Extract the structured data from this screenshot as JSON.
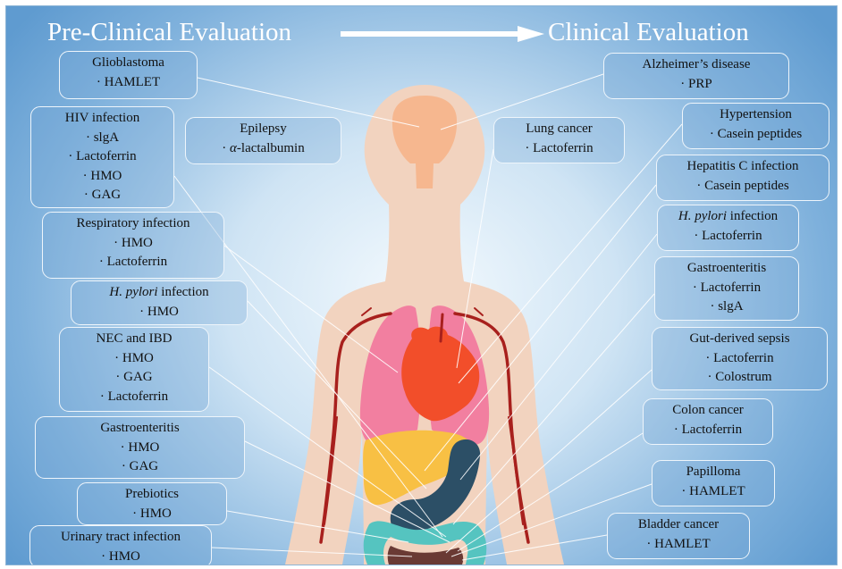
{
  "header": {
    "left_title": "Pre-Clinical Evaluation",
    "right_title": "Clinical Evaluation"
  },
  "pre_clinical": [
    {
      "id": "glioblastoma",
      "condition": "Glioblastoma",
      "agents": [
        "· HAMLET"
      ]
    },
    {
      "id": "hiv",
      "condition": "HIV infection",
      "agents": [
        "· slgA",
        "· Lactoferrin",
        "· HMO",
        "· GAG"
      ]
    },
    {
      "id": "epilepsy",
      "condition": "Epilepsy",
      "agent_prefix": "· ",
      "agent_greek": "α",
      "agent_suffix": "-lactalbumin"
    },
    {
      "id": "respiratory",
      "condition": "Respiratory infection",
      "agents": [
        "· HMO",
        "· Lactoferrin"
      ]
    },
    {
      "id": "hpylori-pre",
      "condition_italic": "H. pylori",
      "condition_suffix": " infection",
      "agents": [
        "· HMO"
      ]
    },
    {
      "id": "nec-ibd",
      "condition": "NEC and IBD",
      "agents": [
        "· HMO",
        "· GAG",
        "· Lactoferrin"
      ]
    },
    {
      "id": "gastroenteritis-pre",
      "condition": "Gastroenteritis",
      "agents": [
        "· HMO",
        "· GAG"
      ]
    },
    {
      "id": "prebiotics",
      "condition": "Prebiotics",
      "agents": [
        "· HMO"
      ]
    },
    {
      "id": "urinary",
      "condition": "Urinary tract infection",
      "agents": [
        "· HMO"
      ]
    }
  ],
  "clinical": [
    {
      "id": "alzheimers",
      "condition": "Alzheimer’s disease",
      "agents": [
        "· PRP"
      ]
    },
    {
      "id": "lung-cancer",
      "condition": "Lung cancer",
      "agents": [
        "· Lactoferrin"
      ]
    },
    {
      "id": "hypertension",
      "condition": "Hypertension",
      "agents": [
        "· Casein peptides"
      ]
    },
    {
      "id": "hepatitis-c",
      "condition": "Hepatitis C infection",
      "agents": [
        "· Casein peptides"
      ]
    },
    {
      "id": "hpylori-clin",
      "condition_italic": "H. pylori",
      "condition_suffix": " infection",
      "agents": [
        "· Lactoferrin"
      ]
    },
    {
      "id": "gastroenteritis-clin",
      "condition": "Gastroenteritis",
      "agents": [
        "· Lactoferrin",
        "· slgA"
      ]
    },
    {
      "id": "sepsis",
      "condition": "Gut-derived sepsis",
      "agents": [
        "· Lactoferrin",
        "· Colostrum"
      ]
    },
    {
      "id": "colon-cancer",
      "condition": "Colon cancer",
      "agents": [
        "· Lactoferrin"
      ]
    },
    {
      "id": "papilloma",
      "condition": "Papilloma",
      "agents": [
        "· HAMLET"
      ]
    },
    {
      "id": "bladder-cancer",
      "condition": "Bladder cancer",
      "agents": [
        "· HAMLET"
      ]
    }
  ],
  "colors": {
    "skin": "#f2d3bf",
    "brain": "#f6b78f",
    "lungs": "#f27fa0",
    "heart": "#f24e2a",
    "liver": "#f8c044",
    "stomach": "#2c4f66",
    "intestine": "#55c4c0",
    "colon": "#6a3a34",
    "vessels": "#a8201d",
    "title_text": "#ffffff",
    "connector_lines": "#ffffff"
  }
}
